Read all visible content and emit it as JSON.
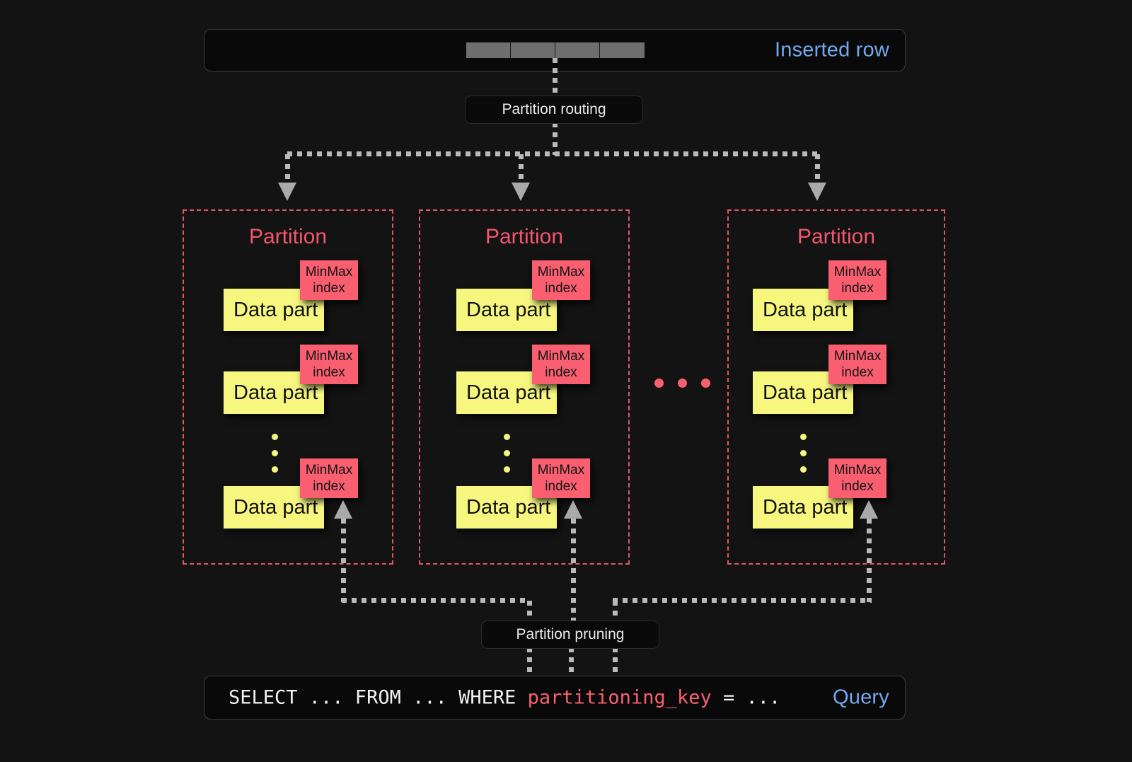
{
  "diagram": {
    "background": "#131313",
    "accent_red": "#f9606f",
    "accent_yellow": "#f7f780",
    "accent_blue": "#74a9f0",
    "connector_grey": "#b9b9b9"
  },
  "inserted_row": {
    "label": "Inserted row",
    "cells": [
      "",
      "",
      "",
      ""
    ]
  },
  "routing": {
    "label": "Partition routing"
  },
  "pruning": {
    "label": "Partition pruning"
  },
  "partitions": [
    {
      "title": "Partition",
      "parts": [
        {
          "label": "Data part",
          "index_line1": "MinMax",
          "index_line2": "index"
        },
        {
          "label": "Data part",
          "index_line1": "MinMax",
          "index_line2": "index"
        },
        {
          "label": "Data part",
          "index_line1": "MinMax",
          "index_line2": "index"
        }
      ]
    },
    {
      "title": "Partition",
      "parts": [
        {
          "label": "Data part",
          "index_line1": "MinMax",
          "index_line2": "index"
        },
        {
          "label": "Data part",
          "index_line1": "MinMax",
          "index_line2": "index"
        },
        {
          "label": "Data part",
          "index_line1": "MinMax",
          "index_line2": "index"
        }
      ]
    },
    {
      "title": "Partition",
      "parts": [
        {
          "label": "Data part",
          "index_line1": "MinMax",
          "index_line2": "index"
        },
        {
          "label": "Data part",
          "index_line1": "MinMax",
          "index_line2": "index"
        },
        {
          "label": "Data part",
          "index_line1": "MinMax",
          "index_line2": "index"
        }
      ]
    }
  ],
  "query": {
    "prefix": "SELECT ... FROM ... WHERE ",
    "key": "partitioning_key",
    "suffix": " = ...",
    "label": "Query"
  }
}
